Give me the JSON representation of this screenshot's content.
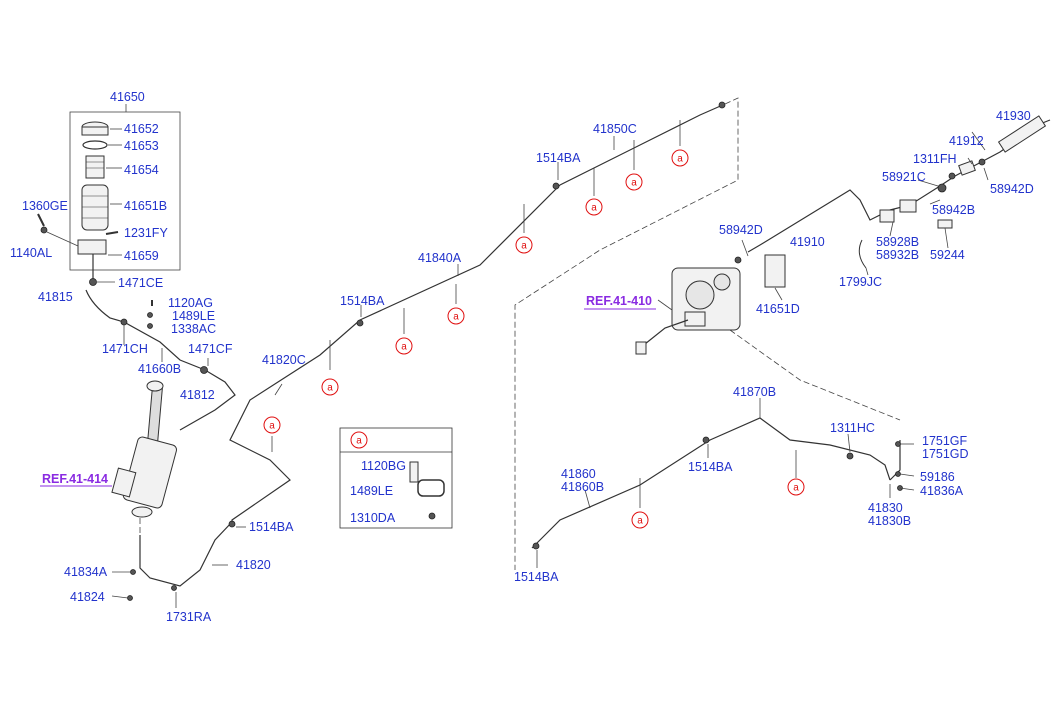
{
  "parts": {
    "p41650": "41650",
    "p41652": "41652",
    "p41653": "41653",
    "p41654": "41654",
    "p41651B": "41651B",
    "p1231FY": "1231FY",
    "p41659": "41659",
    "p1360GE": "1360GE",
    "p1140AL": "1140AL",
    "p1471CE": "1471CE",
    "p41815": "41815",
    "p1120AG": "1120AG",
    "p1489LE": "1489LE",
    "p1338AC": "1338AC",
    "p1471CH": "1471CH",
    "p1471CF": "1471CF",
    "p41660B": "41660B",
    "p41812": "41812",
    "p41834A": "41834A",
    "p41824": "41824",
    "p1731RA": "1731RA",
    "p41820": "41820",
    "p1514BA_a": "1514BA",
    "p41820C": "41820C",
    "p1514BA_b": "1514BA",
    "p41840A": "41840A",
    "p1514BA_c": "1514BA",
    "p41850C": "41850C",
    "p41930": "41930",
    "p41912": "41912",
    "p1311FH": "1311FH",
    "p58942D_a": "58942D",
    "p58921C": "58921C",
    "p58942B": "58942B",
    "p58942D_b": "58942D",
    "p41910": "41910",
    "p58928B": "58928B",
    "p58932B": "58932B",
    "p59244": "59244",
    "p1799JC": "1799JC",
    "p41651D": "41651D",
    "p41870B": "41870B",
    "p1311HC": "1311HC",
    "p1751GF": "1751GF",
    "p1751GD": "1751GD",
    "p59186": "59186",
    "p41836A": "41836A",
    "p41830": "41830",
    "p41830B": "41830B",
    "p1514BA_d": "1514BA",
    "p41860": "41860",
    "p41860B": "41860B",
    "p1514BA_e": "1514BA"
  },
  "refs": {
    "ref41414": "REF.41-414",
    "ref41410": "REF.41-410"
  },
  "legend": {
    "marker": "a",
    "item1": "1120BG",
    "item2": "1489LE",
    "item3": "1310DA"
  },
  "marker_letter": "a",
  "colors": {
    "label": "#2233cc",
    "ref": "#8a2be2",
    "marker": "#e01010",
    "line": "#333333"
  }
}
